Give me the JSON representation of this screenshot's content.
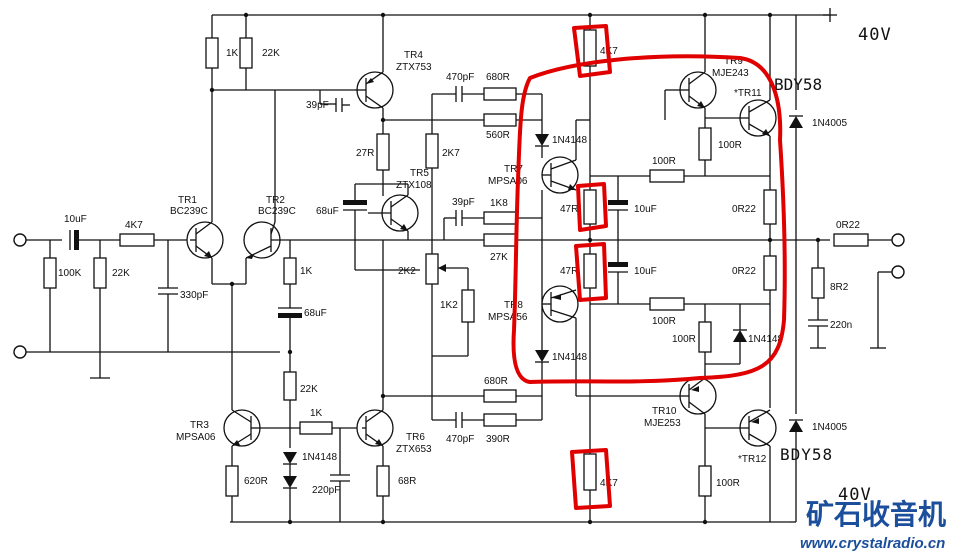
{
  "supply": {
    "top_label": "40V",
    "bottom_label": "40V"
  },
  "transistors": [
    {
      "id": "tr1",
      "name": "TR1",
      "part": "BC239C"
    },
    {
      "id": "tr2",
      "name": "TR2",
      "part": "BC239C"
    },
    {
      "id": "tr3",
      "name": "TR3",
      "part": "MPSA06"
    },
    {
      "id": "tr4",
      "name": "TR4",
      "part": "ZTX753"
    },
    {
      "id": "tr5",
      "name": "TR5",
      "part": "ZTX108"
    },
    {
      "id": "tr6",
      "name": "TR6",
      "part": "ZTX653"
    },
    {
      "id": "tr7",
      "name": "TR7",
      "part": "MPSA06"
    },
    {
      "id": "tr8",
      "name": "TR8",
      "part": "MPSA56"
    },
    {
      "id": "tr9",
      "name": "TR9",
      "part": "MJE243"
    },
    {
      "id": "tr10",
      "name": "TR10",
      "part": "MJE253"
    },
    {
      "id": "tr11",
      "name": "*TR11",
      "part": "BDY58"
    },
    {
      "id": "tr12",
      "name": "*TR12",
      "part": "BDY58"
    }
  ],
  "labels": {
    "r_1k_top": "1K",
    "r_22k_top": "22K",
    "c_39pf_left": "39pF",
    "c_10uf_in": "10uF",
    "r_4k7_in": "4K7",
    "r_100k": "100K",
    "r_22k_in": "22K",
    "c_330pf": "330pF",
    "r_1k_tr2": "1K",
    "c_68uf_low": "68uF",
    "r_22k_low": "22K",
    "r_1k_low": "1K",
    "d_1n4148_low": "1N4148",
    "r_620r": "620R",
    "c_220pf": "220pF",
    "r_68r": "68R",
    "r_27r": "27R",
    "c_68uf_mid": "68uF",
    "c_470pf_top": "470pF",
    "r_680r_top": "680R",
    "r_560r": "560R",
    "r_2k7": "2K7",
    "c_39pf_mid": "39pF",
    "r_1k8": "1K8",
    "r_27k": "27K",
    "vr_2k2": "2K2",
    "r_1k2": "1K2",
    "r_680r_bot": "680R",
    "c_470pf_bot": "470pF",
    "r_390r": "390R",
    "d_1n4148_top": "1N4148",
    "d_1n4148_bot": "1N4148",
    "r_4k7_top": "4K7",
    "r_4k7_bot": "4K7",
    "r_47r_top": "47R",
    "r_47r_bot": "47R",
    "c_10uf_top": "10uF",
    "c_10uf_bot": "10uF",
    "r_100r_a": "100R",
    "r_100r_b": "100R",
    "r_100r_c": "100R",
    "r_100r_d": "100R",
    "r_100r_e": "100R",
    "r_0r22_top": "0R22",
    "r_0r22_bot": "0R22",
    "r_0r22_out": "0R22",
    "d_1n4148_right": "1N4148",
    "d_1n4005_top": "1N4005",
    "d_1n4005_bot": "1N4005",
    "r_8r2": "8R2",
    "c_220n": "220n",
    "bdy58_top": "BDY58",
    "bdy58_bot": "BDY58"
  },
  "watermark": {
    "brand": "矿石收音机",
    "url": "www.crystalradio.cn"
  }
}
